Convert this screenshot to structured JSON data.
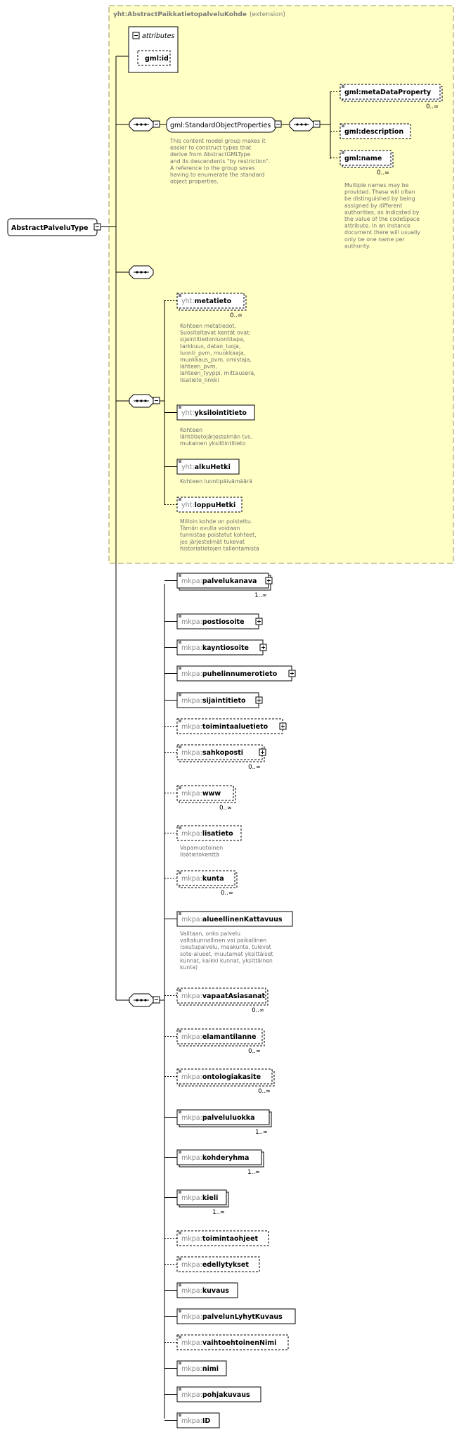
{
  "extension": {
    "title": "yht:AbstractPaikkatietopalveluKohde",
    "suffix": "(extension)",
    "attributes_label": "attributes",
    "attribute_name": "gml:id"
  },
  "root": {
    "name": "AbstractPalveluType"
  },
  "gml": {
    "group_name": "gml:StandardObjectProperties",
    "group_doc": [
      "This content model group makes it",
      "easier to construct types that",
      "derive from AbstractGMLType",
      "and its descendents \"by restriction\".",
      "A reference to the group saves",
      "having to enumerate the standard",
      "object properties."
    ],
    "elements": [
      {
        "name": "gml:metaDataProperty",
        "occurs": "0..∞"
      },
      {
        "name": "gml:description",
        "occurs": ""
      },
      {
        "name": "gml:name",
        "occurs": "0..∞"
      }
    ],
    "name_doc": [
      "Multiple names may be",
      "provided.  These will often",
      "be distinguished by being",
      "assigned by different",
      "authorities, as indicated by",
      "the value of the codeSpace",
      "attribute.  In an instance",
      "document there will usually",
      "only be one name per",
      "authority."
    ]
  },
  "yht_elements": [
    {
      "prefix": "yht:",
      "local": "metatieto",
      "occurs": "0..∞",
      "doc": [
        "Kohteen metatiedot.",
        "Suositeltavat kentät ovat:",
        "sijaintitiedonluontitapa,",
        "tarkkuus, datan_luoja,",
        "luonti_pvm, muokkaaja,",
        "muokkaus_pvm, omistaja,",
        "lahteen_pvm,",
        "lahteen_tyyppi, mittausera,",
        "lisatieto_linkki"
      ]
    },
    {
      "prefix": "yht:",
      "local": "yksilointitieto",
      "occurs": "",
      "doc": [
        "Kohteen",
        "lähtötietojärjestelmän  tvs.",
        "mukainen yksilöintitieto"
      ]
    },
    {
      "prefix": "yht:",
      "local": "alkuHetki",
      "occurs": "",
      "doc": [
        "Kohteen luontipäivämäärä"
      ]
    },
    {
      "prefix": "yht:",
      "local": "loppuHetki",
      "occurs": "",
      "doc": [
        "Milloin kohde on poistettu.",
        "Tämän avulla voidaan",
        "tunnistaa poistetut kohteet,",
        "jos järjestelmät tukevat",
        "historiatietojen tallentamista"
      ]
    }
  ],
  "mkpa_elements": [
    {
      "prefix": "mkpa:",
      "local": "palvelukanava",
      "occurs": "1..∞",
      "doc": []
    },
    {
      "prefix": "mkpa:",
      "local": "postiosoite",
      "occurs": "",
      "doc": []
    },
    {
      "prefix": "mkpa:",
      "local": "kayntiosoite",
      "occurs": "",
      "doc": []
    },
    {
      "prefix": "mkpa:",
      "local": "puhelinnumerotieto",
      "occurs": "",
      "doc": []
    },
    {
      "prefix": "mkpa:",
      "local": "sijaintitieto",
      "occurs": "",
      "doc": []
    },
    {
      "prefix": "mkpa:",
      "local": "toimintaaluetieto",
      "occurs": "",
      "doc": []
    },
    {
      "prefix": "mkpa:",
      "local": "sahkoposti",
      "occurs": "0..∞",
      "doc": []
    },
    {
      "prefix": "mkpa:",
      "local": "www",
      "occurs": "0..∞",
      "doc": []
    },
    {
      "prefix": "mkpa:",
      "local": "lisatieto",
      "occurs": "",
      "doc": [
        "Vapamuotoinen",
        "lisätietokenttä"
      ]
    },
    {
      "prefix": "mkpa:",
      "local": "kunta",
      "occurs": "0..∞",
      "doc": []
    },
    {
      "prefix": "mkpa:",
      "local": "alueellinenKattavuus",
      "occurs": "",
      "doc": [
        "Valitaan, onko palvelu",
        "valtakunnallinen vai paikallinen",
        "(seutupalvelu, maakunta, tulevat",
        "sote-alueet, muutamat yksittäiset",
        "kunnat, kaikki kunnat, yksittäinen",
        "kunta)"
      ]
    },
    {
      "prefix": "mkpa:",
      "local": "vapaatAsiasanat",
      "occurs": "0..∞",
      "doc": []
    },
    {
      "prefix": "mkpa:",
      "local": "elamantilanne",
      "occurs": "0..∞",
      "doc": []
    },
    {
      "prefix": "mkpa:",
      "local": "ontologiakasite",
      "occurs": "0..∞",
      "doc": []
    },
    {
      "prefix": "mkpa:",
      "local": "palveluluokka",
      "occurs": "1..∞",
      "doc": []
    },
    {
      "prefix": "mkpa:",
      "local": "kohderyhma",
      "occurs": "1..∞",
      "doc": []
    },
    {
      "prefix": "mkpa:",
      "local": "kieli",
      "occurs": "1..∞",
      "doc": []
    },
    {
      "prefix": "mkpa:",
      "local": "toimintaohjeet",
      "occurs": "",
      "doc": []
    },
    {
      "prefix": "mkpa:",
      "local": "edellytykset",
      "occurs": "",
      "doc": []
    },
    {
      "prefix": "mkpa:",
      "local": "kuvaus",
      "occurs": "",
      "doc": []
    },
    {
      "prefix": "mkpa:",
      "local": "palvelunLyhytKuvaus",
      "occurs": "",
      "doc": []
    },
    {
      "prefix": "mkpa:",
      "local": "vaihtoehtoinenNimi",
      "occurs": "",
      "doc": []
    },
    {
      "prefix": "mkpa:",
      "local": "nimi",
      "occurs": "",
      "doc": []
    },
    {
      "prefix": "mkpa:",
      "local": "pohjakuvaus",
      "occurs": "",
      "doc": []
    },
    {
      "prefix": "mkpa:",
      "local": "ID",
      "occurs": "",
      "doc": []
    }
  ],
  "colors": {
    "extension_fill": "#ffffc6",
    "extension_border": "#9a9a64",
    "line": "#000000"
  }
}
